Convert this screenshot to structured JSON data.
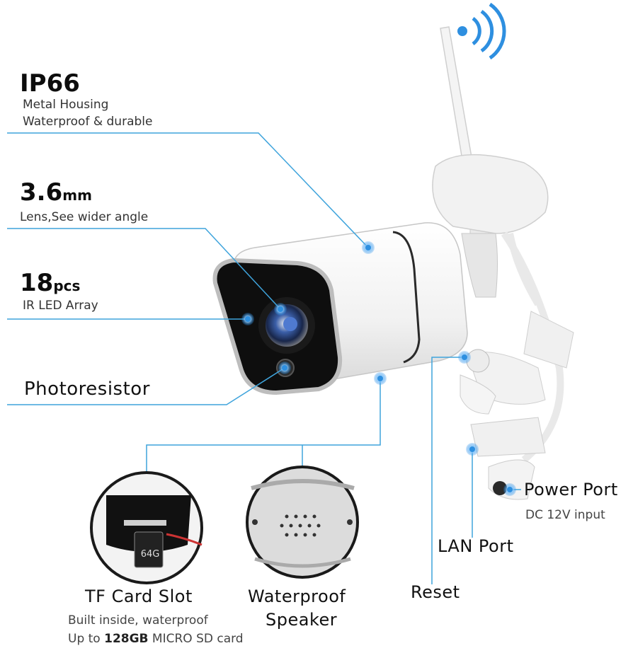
{
  "features": {
    "ip66": {
      "title": "IP66",
      "line1": "Metal Housing",
      "line2": "Waterproof & durable"
    },
    "lens": {
      "value": "3.6",
      "unit": "mm",
      "desc": "Lens,See wider angle"
    },
    "ir": {
      "value": "18",
      "unit": "pcs",
      "desc": "IR LED Array"
    },
    "photoresistor": {
      "title": "Photoresistor"
    }
  },
  "ports": {
    "power": {
      "title": "Power Port",
      "desc": "DC 12V input"
    },
    "lan": {
      "title": "LAN Port"
    },
    "reset": {
      "title": "Reset"
    }
  },
  "bottom": {
    "tf": {
      "title": "TF Card Slot",
      "line1": "Built inside, waterproof",
      "line2_pre": "Up to ",
      "line2_bold": "128GB",
      "line2_post": " MICRO SD card",
      "card_label": "64G"
    },
    "speaker": {
      "title_line1": "Waterproof",
      "title_line2": "Speaker"
    }
  },
  "colors": {
    "callout": "#3fa4dc",
    "dot": "#2e8fe0",
    "lens": "#2a4a8a"
  },
  "icons": [
    "wifi-signal-icon"
  ]
}
